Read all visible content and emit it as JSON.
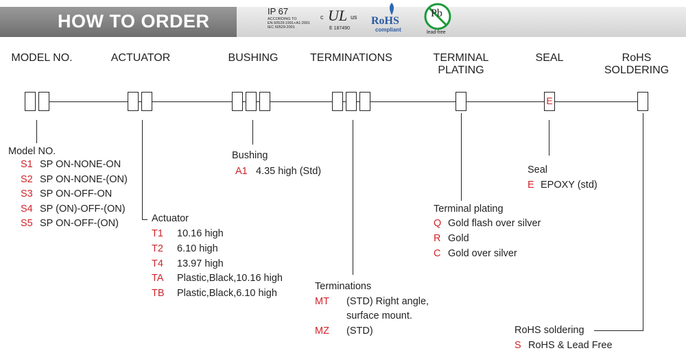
{
  "banner": {
    "title": "HOW TO ORDER"
  },
  "certs": {
    "ip_rating": "IP 67",
    "ip_lines": [
      "ACCORDING TO",
      "EN 60529:1991+A1:2001",
      "IEC 60529:2001"
    ],
    "ul_c": "c",
    "ul_mark": "UL",
    "ul_us": "us",
    "ul_file": "E  187490",
    "rohs_title": "RoHS",
    "rohs_sub": "compliant",
    "pb_symbol": "Pb",
    "pb_sub": "lead-free"
  },
  "columns": {
    "model": "MODEL NO.",
    "actuator": "ACTUATOR",
    "bushing": "BUSHING",
    "terminations": "TERMINATIONS",
    "plating": [
      "TERMINAL",
      "PLATING"
    ],
    "seal": "SEAL",
    "rohs": [
      "RoHS",
      "SOLDERING"
    ]
  },
  "seal_box_code": "E",
  "sections": {
    "model": {
      "title": "Model NO.",
      "options": [
        {
          "code": "S1",
          "desc": "SP ON-NONE-ON"
        },
        {
          "code": "S2",
          "desc": "SP ON-NONE-(ON)"
        },
        {
          "code": "S3",
          "desc": "SP ON-OFF-ON"
        },
        {
          "code": "S4",
          "desc": "SP (ON)-OFF-(ON)"
        },
        {
          "code": "S5",
          "desc": "SP ON-OFF-(ON)"
        }
      ]
    },
    "actuator": {
      "title": "Actuator",
      "options": [
        {
          "code": "T1",
          "desc": "10.16 high"
        },
        {
          "code": "T2",
          "desc": "6.10 high"
        },
        {
          "code": "T4",
          "desc": "13.97 high"
        },
        {
          "code": "TA",
          "desc": "Plastic,Black,10.16 high"
        },
        {
          "code": "TB",
          "desc": "Plastic,Black,6.10 high"
        }
      ]
    },
    "bushing": {
      "title": "Bushing",
      "options": [
        {
          "code": "A1",
          "desc": "4.35 high (Std)"
        }
      ]
    },
    "terminations": {
      "title": "Terminations",
      "options": [
        {
          "code": "MT",
          "desc": "(STD) Right angle,",
          "desc2": "surface mount."
        },
        {
          "code": "MZ",
          "desc": "(STD)"
        }
      ]
    },
    "plating": {
      "title": "Terminal  plating",
      "options": [
        {
          "code": "Q",
          "desc": "Gold flash over silver"
        },
        {
          "code": "R",
          "desc": "Gold"
        },
        {
          "code": "C",
          "desc": "Gold over silver"
        }
      ]
    },
    "seal": {
      "title": "Seal",
      "options": [
        {
          "code": "E",
          "desc": "EPOXY (std)"
        }
      ]
    },
    "rohs": {
      "title": "RoHS soldering",
      "options": [
        {
          "code": "S",
          "desc": "RoHS & Lead Free"
        }
      ]
    }
  }
}
